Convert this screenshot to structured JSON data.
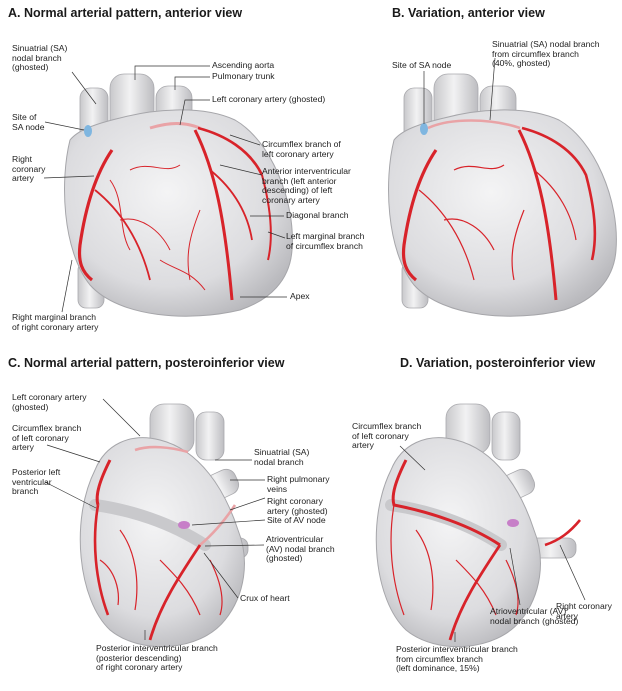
{
  "panels": {
    "a": {
      "title": "A. Normal arterial pattern, anterior view",
      "labels": {
        "sa_nodal_branch": "Sinuatrial (SA)\nnodal branch\n(ghosted)",
        "ascending_aorta": "Ascending aorta",
        "pulmonary_trunk": "Pulmonary trunk",
        "left_coronary_artery": "Left coronary artery (ghosted)",
        "site_sa_node": "Site of\nSA node",
        "circumflex_branch": "Circumflex branch of\nleft coronary artery",
        "right_coronary_artery": "Right\ncoronary\nartery",
        "anterior_interventricular": "Anterior interventricular\nbranch (left anterior\ndescending) of left\ncoronary artery",
        "diagonal_branch": "Diagonal branch",
        "left_marginal_branch": "Left marginal branch\nof circumflex branch",
        "apex": "Apex",
        "right_marginal_branch": "Right marginal branch\nof right coronary artery"
      }
    },
    "b": {
      "title": "B. Variation, anterior view",
      "labels": {
        "site_sa_node": "Site of SA node",
        "sa_nodal_from_circumflex": "Sinuatrial (SA) nodal branch\nfrom circumflex branch\n(40%, ghosted)"
      }
    },
    "c": {
      "title": "C. Normal arterial pattern, posteroinferior view",
      "labels": {
        "left_coronary_artery": "Left coronary artery\n(ghosted)",
        "circumflex_branch": "Circumflex branch\nof left coronary\nartery",
        "sa_nodal_branch": "Sinuatrial (SA)\nnodal branch",
        "posterior_left_ventricular": "Posterior left\nventricular\nbranch",
        "right_pulmonary_veins": "Right pulmonary\nveins",
        "right_coronary_artery": "Right coronary\nartery (ghosted)",
        "site_av_node": "Site of AV node",
        "av_nodal_branch": "Atrioventricular\n(AV) nodal branch\n(ghosted)",
        "crux_of_heart": "Crux of heart",
        "posterior_interventricular": "Posterior interventricular branch\n(posterior descending)\nof right coronary artery"
      }
    },
    "d": {
      "title": "D. Variation, posteroinferior view",
      "labels": {
        "circumflex_branch": "Circumflex branch\nof left coronary\nartery",
        "right_coronary_artery": "Right coronary\nartery",
        "av_nodal_branch": "Atrioventricular (AV)\nnodal branch (ghosted)",
        "posterior_interventricular": "Posterior interventricular branch\nfrom circumflex branch\n(left dominance, 15%)"
      }
    }
  },
  "colors": {
    "artery": "#d8232a",
    "artery_ghost": "#e9a3a6",
    "heart_fill": "#e4e4e6",
    "heart_shade": "#c9c9cc",
    "sa_node": "#7fb6e0",
    "av_node": "#c77fc8",
    "leader": "#333333"
  }
}
